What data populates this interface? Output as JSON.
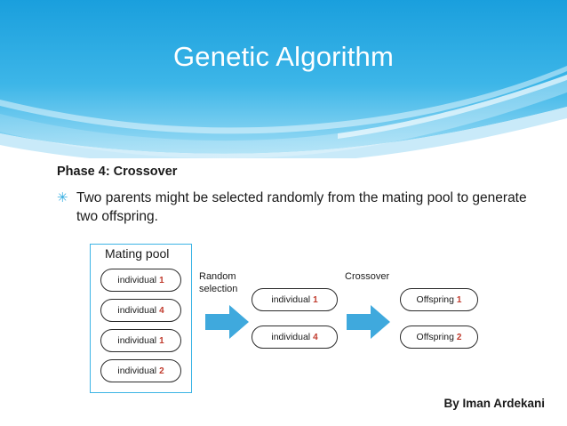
{
  "slide": {
    "title": "Genetic Algorithm",
    "phase_title": "Phase 4: Crossover",
    "bullet_marker": "✳",
    "bullet_text": "Two parents might be selected randomly from the mating pool to generate two offspring.",
    "credit": "By Iman Ardekani"
  },
  "colors": {
    "banner_top": "#1fa3e0",
    "banner_bottom": "#8fd4f2",
    "accent": "#35aee2",
    "arrow": "#3fa9dd",
    "box_border": "#3cb4e5",
    "number_red": "#c0392b",
    "text": "#1a1a1a"
  },
  "diagram": {
    "mating_pool_label": "Mating pool",
    "mating_pool": [
      {
        "prefix": "individual ",
        "num": "1"
      },
      {
        "prefix": "individual ",
        "num": "4"
      },
      {
        "prefix": "individual ",
        "num": "1"
      },
      {
        "prefix": "individual ",
        "num": "2"
      }
    ],
    "random_selection_caption": "Random\nselection",
    "random_selection_caption_line1": "Random",
    "random_selection_caption_line2": "selection",
    "crossover_caption": "Crossover",
    "selected": [
      {
        "prefix": "individual ",
        "num": "1"
      },
      {
        "prefix": "individual ",
        "num": "4"
      }
    ],
    "offspring": [
      {
        "prefix": "Offspring ",
        "num": "1"
      },
      {
        "prefix": "Offspring ",
        "num": "2"
      }
    ],
    "arrow_1_name": "random-selection-arrow",
    "arrow_2_name": "crossover-arrow"
  }
}
